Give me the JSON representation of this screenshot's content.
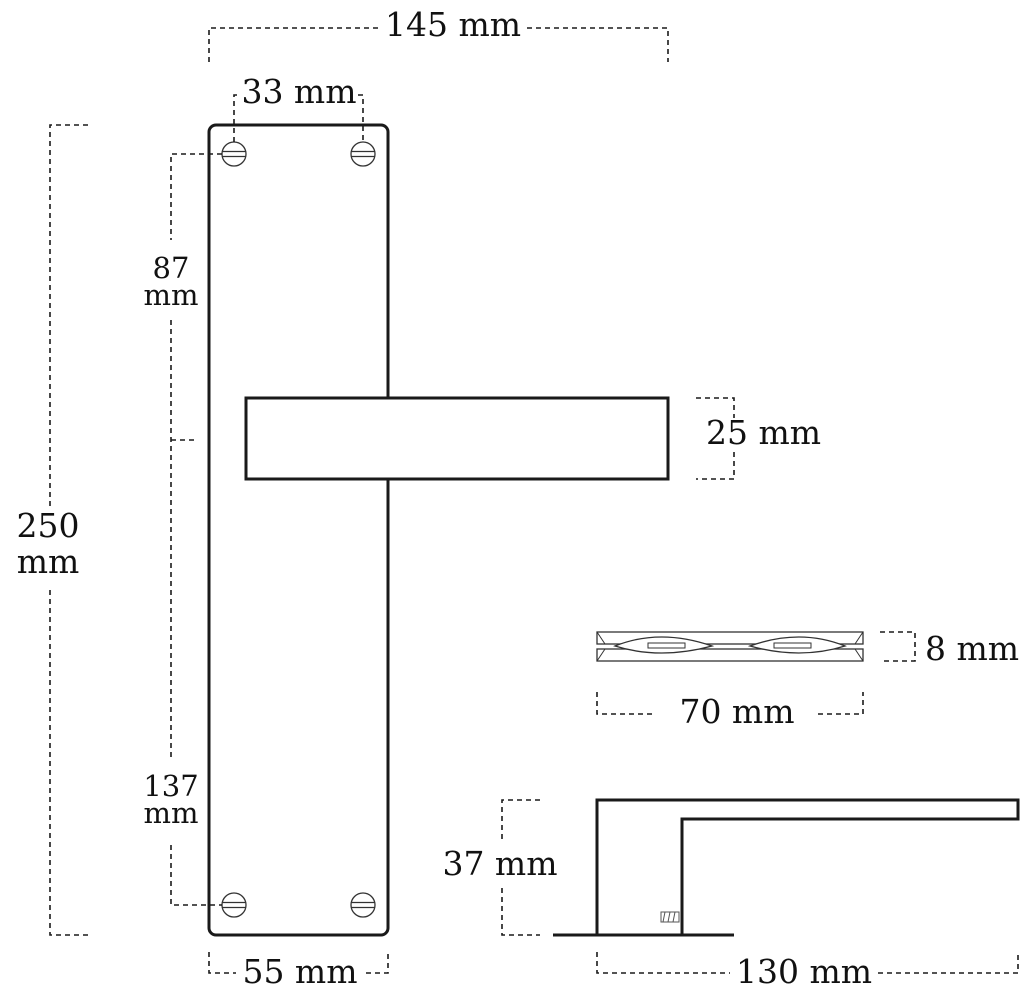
{
  "dimensions": {
    "overall_width": "145 mm",
    "screw_spacing": "33 mm",
    "plate_height": "250 mm",
    "top_screw_to_lever": "87 mm",
    "lever_to_bottom_screw": "137 mm",
    "lever_height": "25 mm",
    "spindle_thickness": "8 mm",
    "spindle_length": "70 mm",
    "projection": "37 mm",
    "lever_length": "130 mm",
    "plate_width": "55 mm"
  },
  "labels": {
    "plate_height_line1": "250",
    "plate_height_line2": "mm",
    "top_screw_to_lever_line1": "87",
    "top_screw_to_lever_line2": "mm",
    "lever_to_bottom_screw_line1": "137",
    "lever_to_bottom_screw_line2": "mm"
  },
  "colors": {
    "line": "#1a1a1a",
    "background": "#ffffff"
  }
}
